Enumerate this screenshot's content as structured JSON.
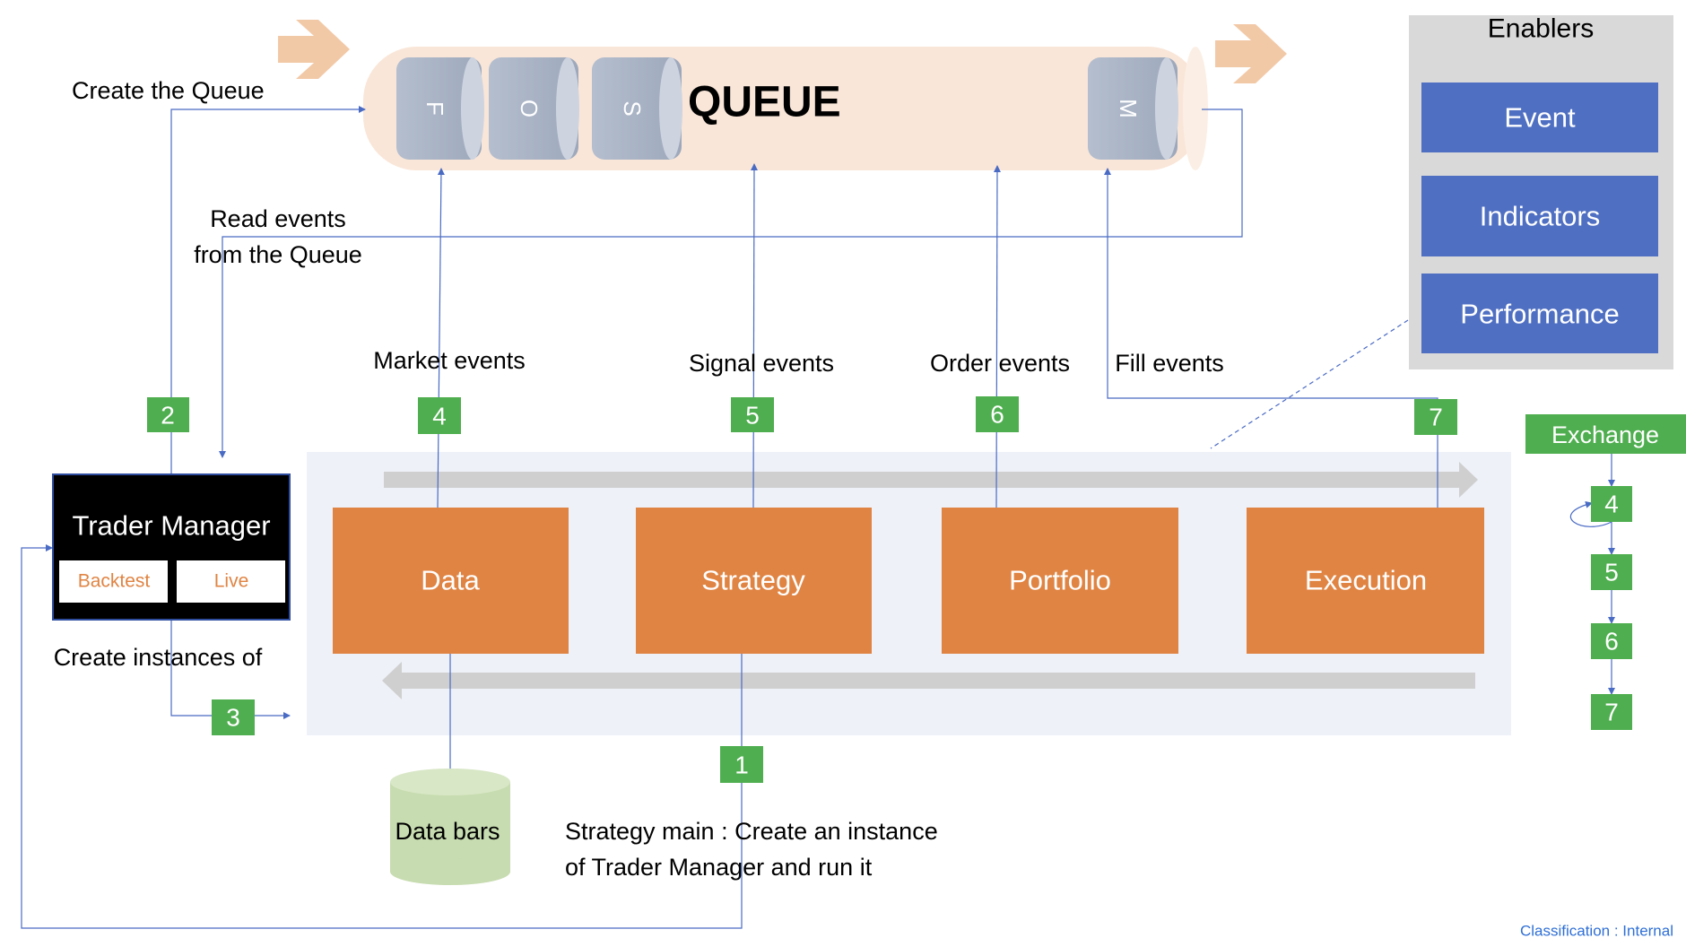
{
  "queue": {
    "title": "QUEUE",
    "slots": [
      "F",
      "O",
      "S",
      "M"
    ]
  },
  "labels": {
    "create_queue": "Create the Queue",
    "read_events_1": "Read events",
    "read_events_2": "from the Queue",
    "market_events": "Market events",
    "signal_events": "Signal events",
    "order_events": "Order events",
    "fill_events": "Fill events",
    "create_instances": "Create instances of",
    "strategy_main_1": "Strategy main : Create an instance",
    "strategy_main_2": "of Trader Manager and run it",
    "classification": "Classification : Internal"
  },
  "trader_manager": {
    "title": "Trader Manager",
    "backtest": "Backtest",
    "live": "Live"
  },
  "components": {
    "data": "Data",
    "strategy": "Strategy",
    "portfolio": "Portfolio",
    "execution": "Execution"
  },
  "data_store": {
    "label": "Data bars"
  },
  "enablers": {
    "title": "Enablers",
    "items": [
      "Event",
      "Indicators",
      "Performance"
    ]
  },
  "steps": {
    "s1": "1",
    "s2": "2",
    "s3": "3",
    "s4": "4",
    "s5": "5",
    "s6": "6",
    "s7": "7"
  },
  "exchange": {
    "title": "Exchange",
    "steps": [
      "4",
      "5",
      "6",
      "7"
    ]
  },
  "colors": {
    "orange": "#E08443",
    "green": "#4FAE4F",
    "blue_box": "#4F6FC2",
    "enablers_bg": "#D9D9D9",
    "queue_fill": "#F9E6D8",
    "cylinder": "#A9B4C6",
    "panel": "#EEF1F8",
    "line": "#4A6BC4",
    "store": "#C7DCB0"
  }
}
